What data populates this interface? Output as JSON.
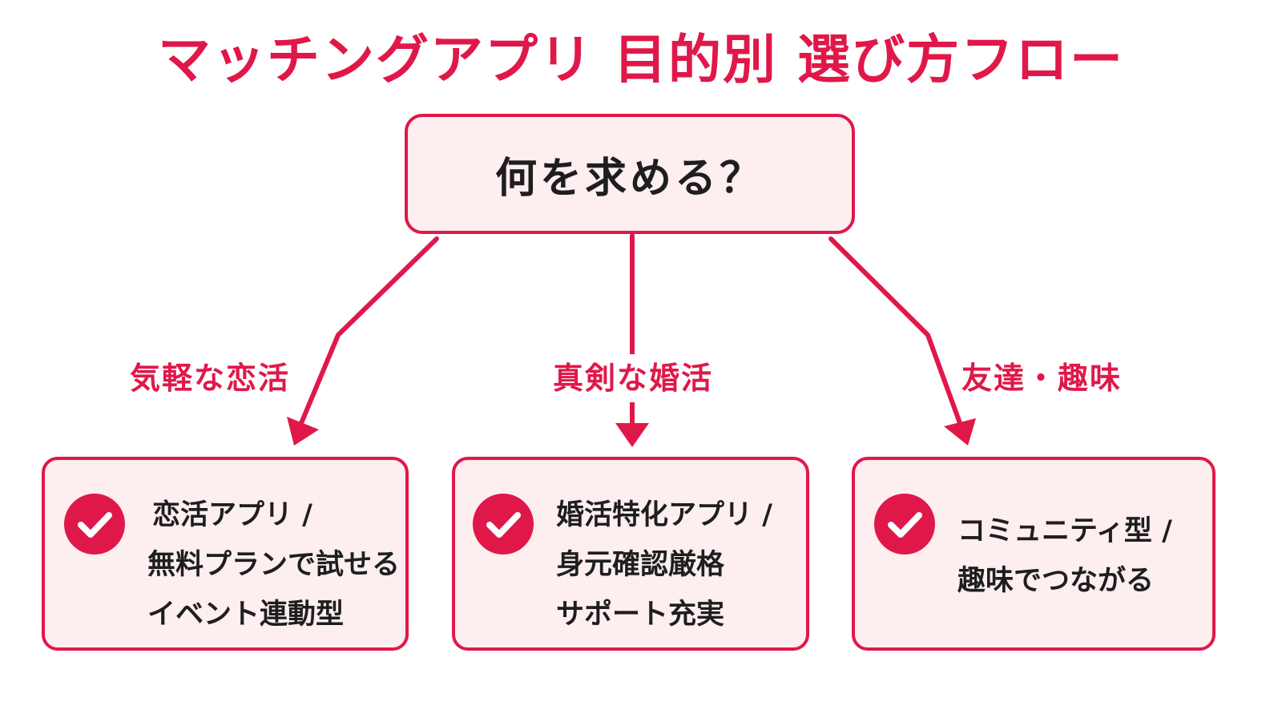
{
  "title": "マッチングアプリ 目的別 選び方フロー",
  "question": "何を求める？",
  "branches": [
    {
      "label": "気軽な恋活",
      "lines": [
        "恋活アプリ /",
        "無料プランで試せる",
        "イベント連動型"
      ]
    },
    {
      "label": "真剣な婚活",
      "lines": [
        "婚活特化アプリ /",
        "身元確認厳格",
        "サポート充実"
      ]
    },
    {
      "label": "友達・趣味",
      "lines": [
        "コミュニティ型 /",
        "趣味でつながる"
      ]
    }
  ],
  "colors": {
    "accent": "#e0184a",
    "box_fill": "#fdeef0",
    "text": "#1e1e1e"
  },
  "icons": {
    "card_marker": "check-circle-icon"
  }
}
